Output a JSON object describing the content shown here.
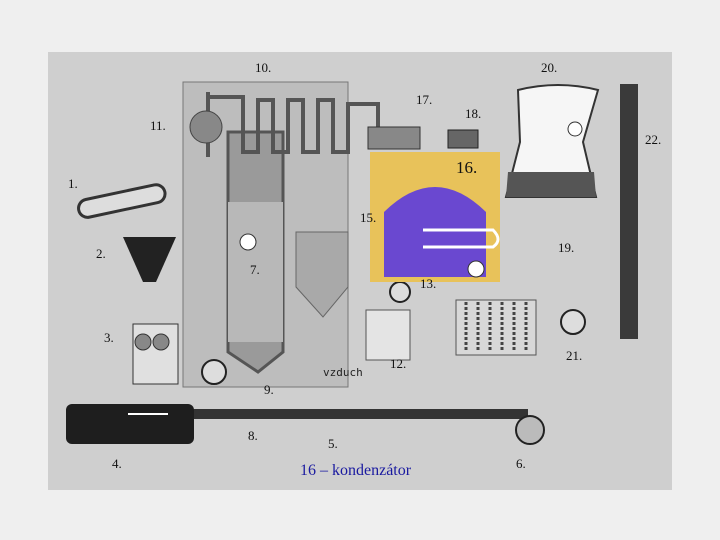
{
  "labels": {
    "n1": "1.",
    "n2": "2.",
    "n3": "3.",
    "n4": "4.",
    "n5": "5.",
    "n6": "6.",
    "n7": "7.",
    "n8": "8.",
    "n9": "9.",
    "n10": "10.",
    "n11": "11.",
    "n12": "12.",
    "n13": "13.",
    "n15": "15.",
    "n16": "16.",
    "n17": "17.",
    "n18": "18.",
    "n19": "19.",
    "n20": "20.",
    "n21": "21.",
    "n22": "22."
  },
  "air_label": "vzduch",
  "caption": "16 – kondenzátor",
  "colors": {
    "background": "#cfcfcf",
    "pipe": "#555555",
    "condenser_fill": "#e8c25a",
    "condenser_water": "#6a48d0",
    "caption": "#1a1aa0"
  }
}
